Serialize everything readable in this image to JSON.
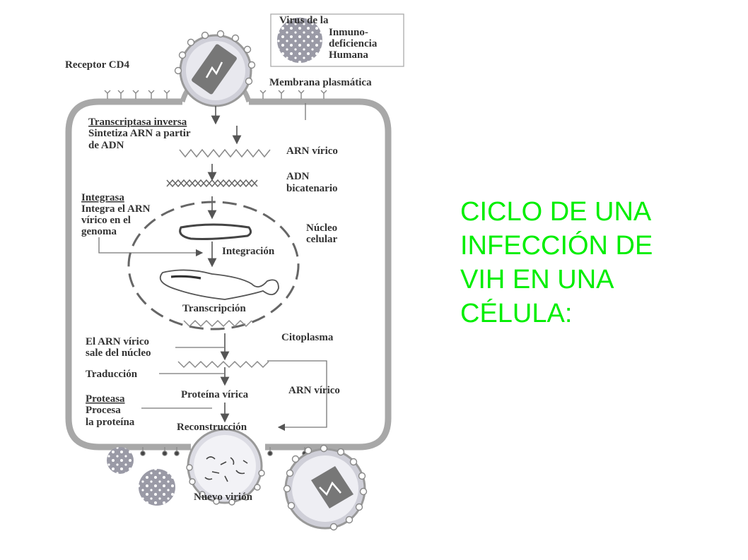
{
  "title": {
    "lines": [
      "CICLO DE UNA",
      "INFECCIÓN DE",
      "VIH EN UNA",
      "CÉLULA:"
    ]
  },
  "labels": {
    "virus_line1": "Virus de la",
    "virus_line2": "Inmuno-",
    "virus_line3": "deficiencia",
    "virus_line4": "Humana",
    "receptor": "Receptor CD4",
    "membrane": "Membrana plasmática",
    "rt_title": "Transcriptasa inversa",
    "rt_line1": "Sintetiza ARN a partir",
    "rt_line2": "de ADN",
    "rna_viral_top": "ARN vírico",
    "dna_line1": "ADN",
    "dna_line2": "bicatenario",
    "integrase_title": "Integrasa",
    "integrase_line1": "Integra el ARN",
    "integrase_line2": "vírico en el",
    "integrase_line3": "genoma",
    "nucleus_line1": "Núcleo",
    "nucleus_line2": "celular",
    "integration": "Integración",
    "transcription": "Transcripción",
    "cytoplasm": "Citoplasma",
    "rna_exit_line1": "El ARN vírico",
    "rna_exit_line2": "sale del núcleo",
    "translation": "Traducción",
    "viral_protein": "Proteína vírica",
    "rna_viral_right": "ARN vírico",
    "protease_title": "Proteasa",
    "protease_line1": "Procesa",
    "protease_line2": "la proteína",
    "reconstruction": "Reconstrucción",
    "new_virion": "Nuevo virión"
  },
  "colors": {
    "title": "#00ee00",
    "cell_membrane": "#a8a8a8",
    "virus_body": "#9a9aa6",
    "label": "#333333"
  }
}
